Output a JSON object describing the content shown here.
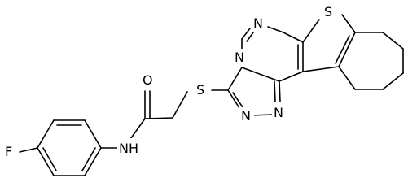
{
  "molecule": {
    "atoms": {
      "fluorine": "F",
      "amide_nh": "NH",
      "carbonyl_o": "O",
      "thioether_s": "S",
      "thiophene_s": "S",
      "n_pyrimidine_top": "N",
      "n_bridge": "N",
      "n_triazole_1": "N",
      "n_triazole_2": "N"
    }
  }
}
